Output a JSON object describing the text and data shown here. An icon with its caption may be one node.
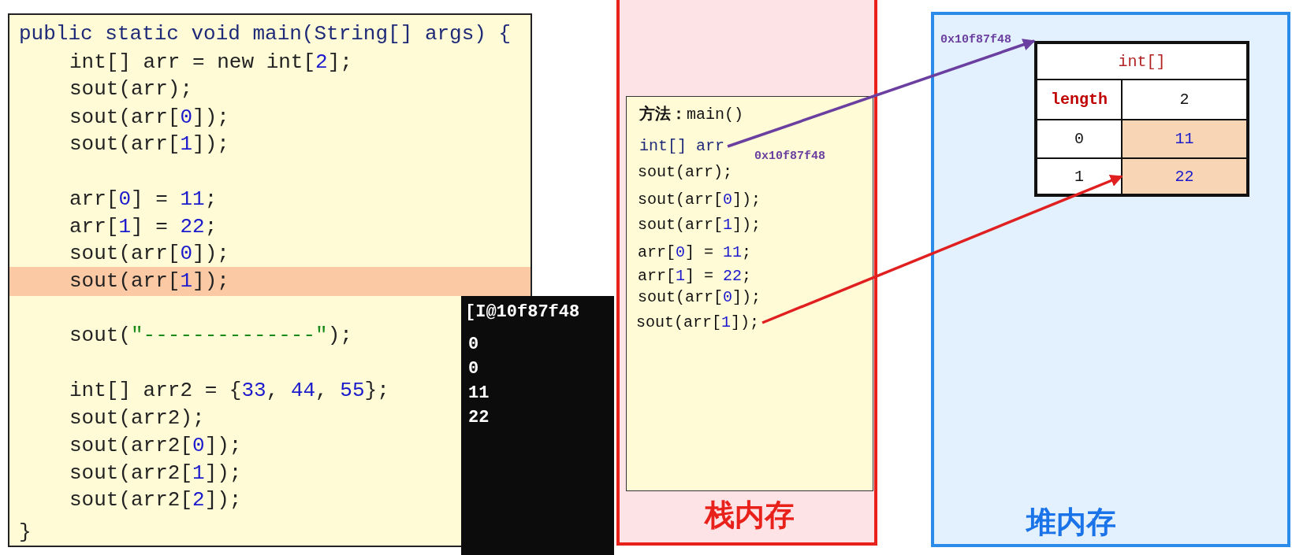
{
  "diagram": {
    "nodes": [
      {
        "text": [
          "public static void main(String[] args) {",
          "int[] arr = new int[2];",
          "sout(arr);",
          "sout(arr[0]);",
          "sout(arr[1]);",
          "arr[0] = 11;",
          "arr[1] = 22;",
          "sout(arr[0]);",
          "sout(arr[1]);",
          "sout(\"--------------\");",
          "int[] arr2 = {33, 44, 55};",
          "sout(arr2);",
          "sout(arr2[0]);",
          "sout(arr2[1]);",
          "sout(arr2[2]);",
          "}"
        ]
      },
      {
        "text": [
          "[I@10f87f48",
          "0",
          "0",
          "11",
          "22"
        ]
      },
      {
        "text": [
          "栈内存"
        ]
      },
      {
        "text": [
          "**方法：**main()",
          "sout(arr);",
          "sout(arr[0]);",
          "sout(arr[1]);",
          "arr[0] = 11;",
          "arr[1] = 22;",
          "sout(arr[0]);"
        ],
        "in": 2
      },
      {
        "text": [
          "int[] arr"
        ],
        "in": 3,
        "beside": [
          "0x10f87f48"
        ]
      },
      {
        "text": [
          "sout(arr[1]);"
        ],
        "in": 3
      },
      {
        "text": [
          "堆内存"
        ]
      },
      {
        "text": [
          "int[]",
          "length",
          "2",
          "0",
          "11",
          "1"
        ],
        "in": 6,
        "beside": [
          "0x10f87f48"
        ]
      },
      {
        "text": [
          "22"
        ],
        "in": 7
      }
    ],
    "edges": [
      {
        "from": 4,
        "to": 7,
        "arrow": "to",
        "color": "#6a3fa0"
      },
      {
        "from": 5,
        "to": 8,
        "arrow": "to",
        "color": "#e02020"
      }
    ]
  }
}
